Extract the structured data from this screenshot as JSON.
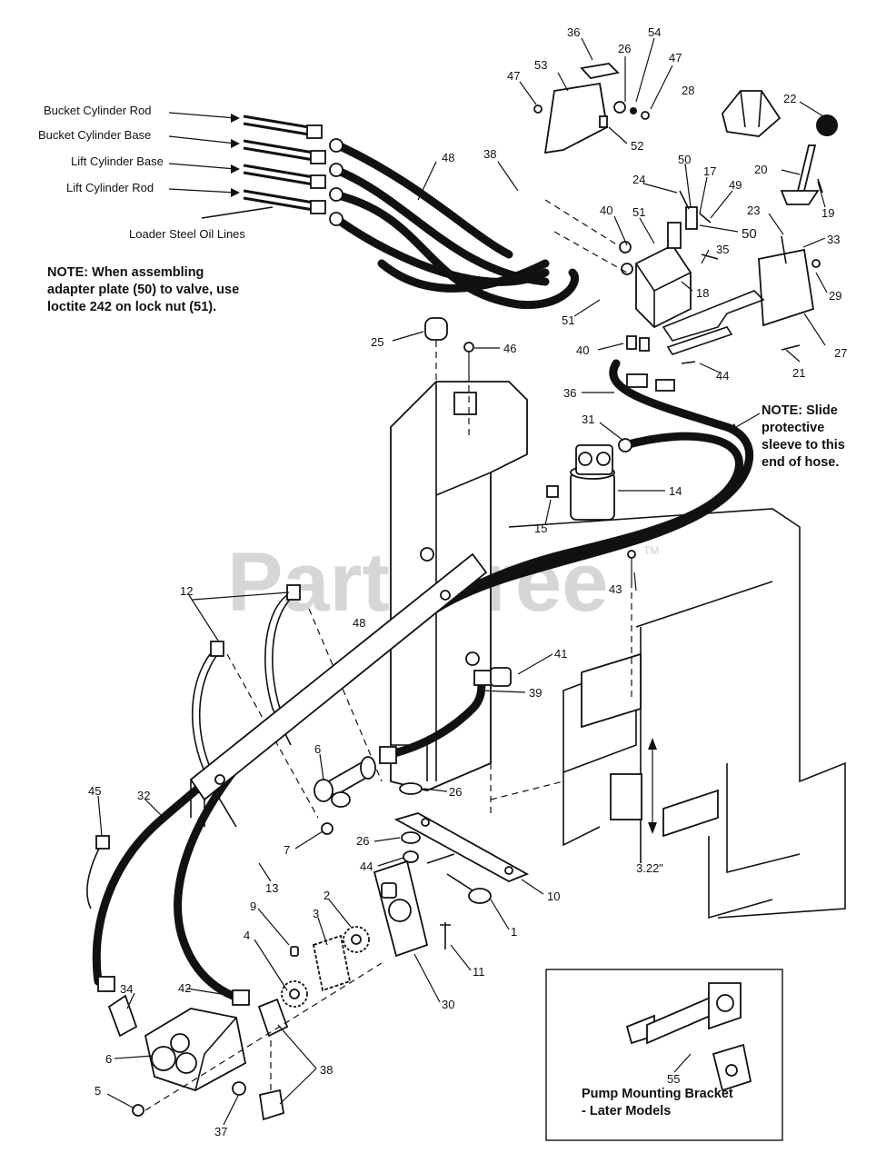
{
  "watermark": {
    "text": "PartsTree",
    "tm": "TM"
  },
  "labels": {
    "bucket_cyl_rod": "Bucket Cylinder Rod",
    "bucket_cyl_base": "Bucket Cylinder Base",
    "lift_cyl_base": "Lift Cylinder Base",
    "lift_cyl_rod": "Lift Cylinder Rod",
    "steel_lines": "Loader Steel Oil Lines",
    "dimension": "3.22\""
  },
  "notes": {
    "left": [
      "NOTE: When assembling",
      "adapter plate (50) to valve, use",
      "loctite 242 on lock nut (51)."
    ],
    "right": [
      "NOTE: Slide",
      "protective",
      "sleeve to this",
      "end of hose."
    ]
  },
  "inset": {
    "callout": "55",
    "title_line1": "Pump Mounting Bracket",
    "title_line2": "- Later Models"
  },
  "callouts": {
    "c36a": "36",
    "c26a": "26",
    "c54": "54",
    "c47a": "47",
    "c47b": "47",
    "c53": "53",
    "c28": "28",
    "c22": "22",
    "c52": "52",
    "c38a": "38",
    "c48a": "48",
    "c48b": "48",
    "c20": "20",
    "c24": "24",
    "c50a": "50",
    "c17": "17",
    "c49": "49",
    "c19": "19",
    "c40a": "40",
    "c51a": "51",
    "c50b": "50",
    "c23": "23",
    "c33": "33",
    "c35": "35",
    "c18": "18",
    "c29": "29",
    "c51b": "51",
    "c27": "27",
    "c25": "25",
    "c46": "46",
    "c40b": "40",
    "c44a": "44",
    "c21": "21",
    "c36b": "36",
    "c31": "31",
    "c14": "14",
    "c15": "15",
    "c43": "43",
    "c12": "12",
    "c41": "41",
    "c39": "39",
    "c6a": "6",
    "c26b": "26",
    "c45": "45",
    "c32": "32",
    "c7": "7",
    "c26c": "26",
    "c44b": "44",
    "c13": "13",
    "c10": "10",
    "c9": "9",
    "c3": "3",
    "c2": "2",
    "c1": "1",
    "c11": "11",
    "c4": "4",
    "c34": "34",
    "c42": "42",
    "c30": "30",
    "c6b": "6",
    "c38b": "38",
    "c5": "5",
    "c37": "37"
  }
}
